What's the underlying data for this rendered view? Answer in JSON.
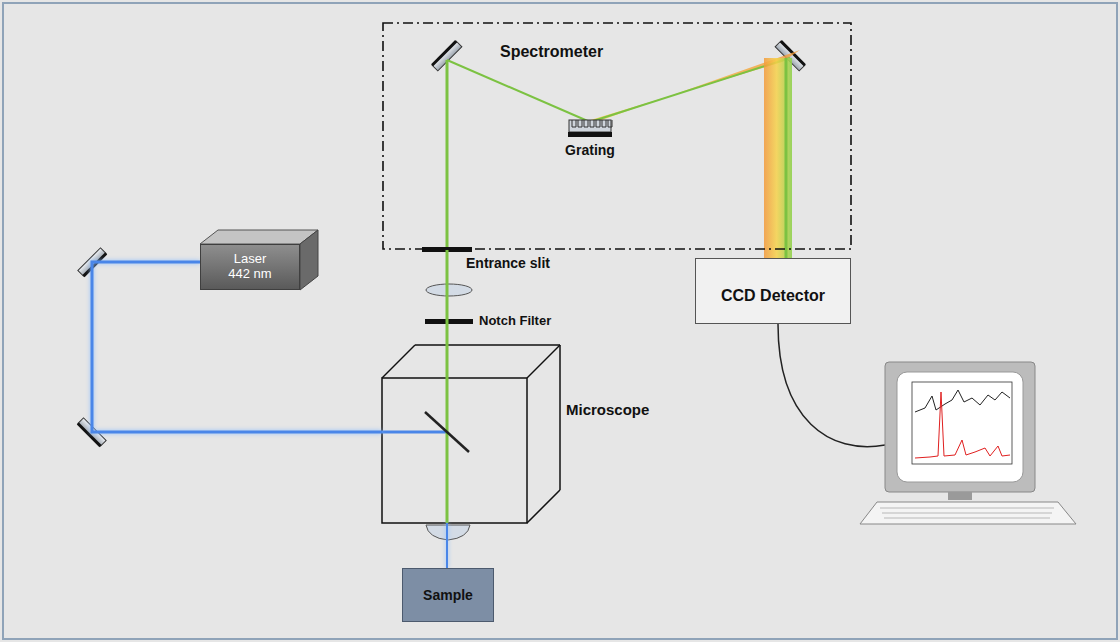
{
  "diagram": {
    "nodes": [
      {
        "text": [
          "Spectrometer"
        ]
      },
      {
        "text": [
          "Grating"
        ],
        "in": 0
      },
      {
        "text": [
          "Laser 442 nm"
        ]
      },
      {
        "text": [
          "Microscope"
        ]
      },
      {
        "text": [
          "Sample"
        ]
      },
      {
        "text": [
          "CCD Detector"
        ]
      }
    ],
    "edges": [
      {
        "from": 2,
        "to": 3,
        "arrow": "none"
      },
      {
        "from": 3,
        "to": 4,
        "arrow": "none"
      },
      {
        "from": 3,
        "to": 0,
        "arrow": "none"
      }
    ],
    "labels": [
      "Entrance slit",
      "Notch Filter"
    ]
  }
}
